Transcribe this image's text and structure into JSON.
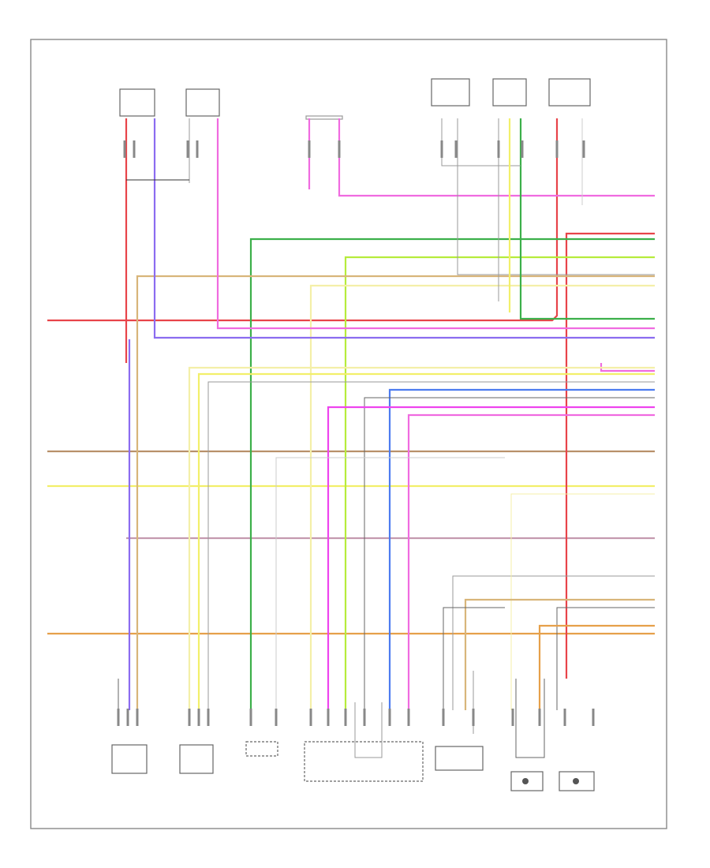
{
  "colors": {
    "red": "#e8444a",
    "pink": "#f06be0",
    "magenta": "#ee44ee",
    "violet": "#8b6cf0",
    "blue": "#4d7cf0",
    "green": "#3cb04a",
    "lime": "#b6ec3c",
    "yellow": "#f2ef6a",
    "pale_yellow": "#f4efa8",
    "tan": "#d8b57a",
    "orange": "#e6a04a",
    "brown": "#b8906a",
    "gray": "#9a9a9a",
    "dark_gray": "#666666",
    "black": "#333333",
    "mauve": "#c49aaf",
    "light_gray": "#cccccc"
  },
  "top_components": [
    {
      "id": "c1",
      "label": "",
      "box_text": ""
    },
    {
      "id": "c2",
      "label": "",
      "box_text": ""
    },
    {
      "id": "c3",
      "label": "",
      "box_text": ""
    },
    {
      "id": "c4",
      "label": "",
      "box_text": ""
    },
    {
      "id": "c5",
      "label": "",
      "box_text": ""
    },
    {
      "id": "c6",
      "label": "",
      "box_text": ""
    }
  ],
  "bottom_components": [
    {
      "id": "b1",
      "label": ""
    },
    {
      "id": "b2",
      "label": ""
    },
    {
      "id": "b3",
      "label": ""
    },
    {
      "id": "b4",
      "label": ""
    },
    {
      "id": "b5",
      "label": ""
    },
    {
      "id": "b6",
      "label": ""
    },
    {
      "id": "b7",
      "label": ""
    }
  ],
  "footer_id": ""
}
